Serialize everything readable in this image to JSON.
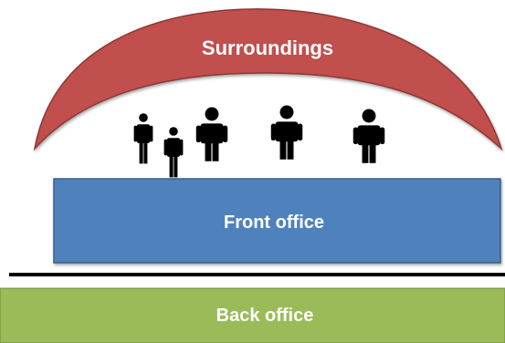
{
  "diagram": {
    "surroundings": {
      "label": "Surroundings",
      "fill": "#c0504d",
      "stroke": "#8c3836"
    },
    "front_office": {
      "label": "Front office",
      "fill": "#4f81bd",
      "stroke": "#385d8a"
    },
    "back_office": {
      "label": "Back office",
      "fill": "#9bbb59",
      "stroke": "#71893f"
    },
    "divider_color": "#000000",
    "people": {
      "count": 5,
      "icon": "person-icon",
      "color": "#000000"
    }
  }
}
